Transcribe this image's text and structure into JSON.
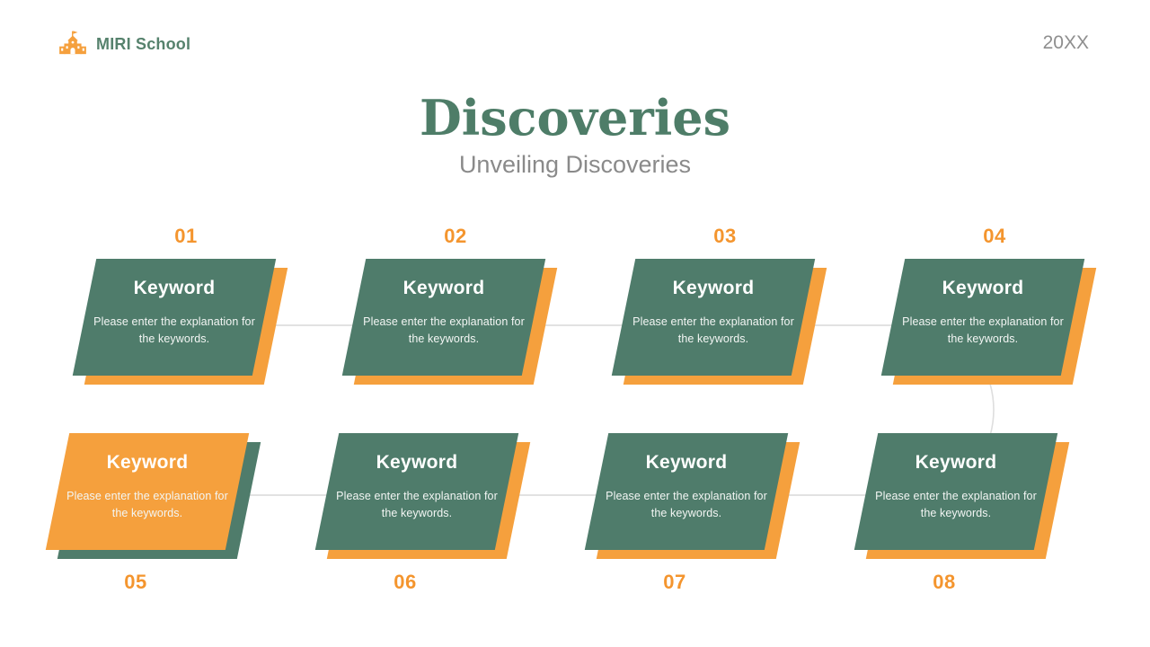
{
  "header": {
    "logo_text": "MIRI School",
    "year": "20XX"
  },
  "title": "Discoveries",
  "subtitle": "Unveiling Discoveries",
  "cards": [
    {
      "number": "01",
      "title": "Keyword",
      "description": "Please enter the explanation for the keywords.",
      "variant": "green"
    },
    {
      "number": "02",
      "title": "Keyword",
      "description": "Please enter the explanation for the keywords.",
      "variant": "green"
    },
    {
      "number": "03",
      "title": "Keyword",
      "description": "Please enter the explanation for the keywords.",
      "variant": "green"
    },
    {
      "number": "04",
      "title": "Keyword",
      "description": "Please enter the explanation for the keywords.",
      "variant": "green"
    },
    {
      "number": "05",
      "title": "Keyword",
      "description": "Please enter the explanation for the keywords.",
      "variant": "orange"
    },
    {
      "number": "06",
      "title": "Keyword",
      "description": "Please enter the explanation for the keywords.",
      "variant": "green"
    },
    {
      "number": "07",
      "title": "Keyword",
      "description": "Please enter the explanation for the keywords.",
      "variant": "green"
    },
    {
      "number": "08",
      "title": "Keyword",
      "description": "Please enter the explanation for the keywords.",
      "variant": "green"
    }
  ],
  "colors": {
    "card_green": "#4F7C6B",
    "card_orange": "#F5A03D",
    "number_orange": "#F4952E",
    "title_green": "#4E7D68",
    "subtitle_gray": "#8A8A8A",
    "connector_gray": "#E2E2E2"
  }
}
